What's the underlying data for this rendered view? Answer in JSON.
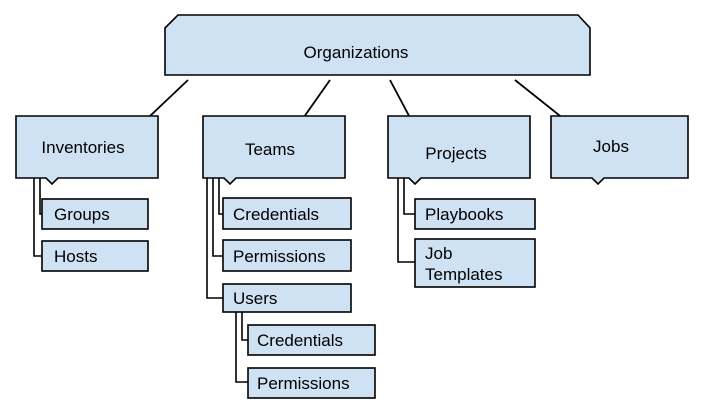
{
  "diagram": {
    "root": "Organizations",
    "inventories": {
      "label": "Inventories",
      "children": [
        "Groups",
        "Hosts"
      ]
    },
    "teams": {
      "label": "Teams",
      "children": [
        "Credentials",
        "Permissions"
      ],
      "users": {
        "label": "Users",
        "children": [
          "Credentials",
          "Permissions"
        ]
      }
    },
    "projects": {
      "label": "Projects",
      "children": [
        "Playbooks"
      ],
      "job_templates": {
        "line1": "Job",
        "line2": "Templates"
      }
    },
    "jobs": {
      "label": "Jobs"
    }
  },
  "colors": {
    "box_fill": "#cfe2f3",
    "stroke": "#000000"
  }
}
